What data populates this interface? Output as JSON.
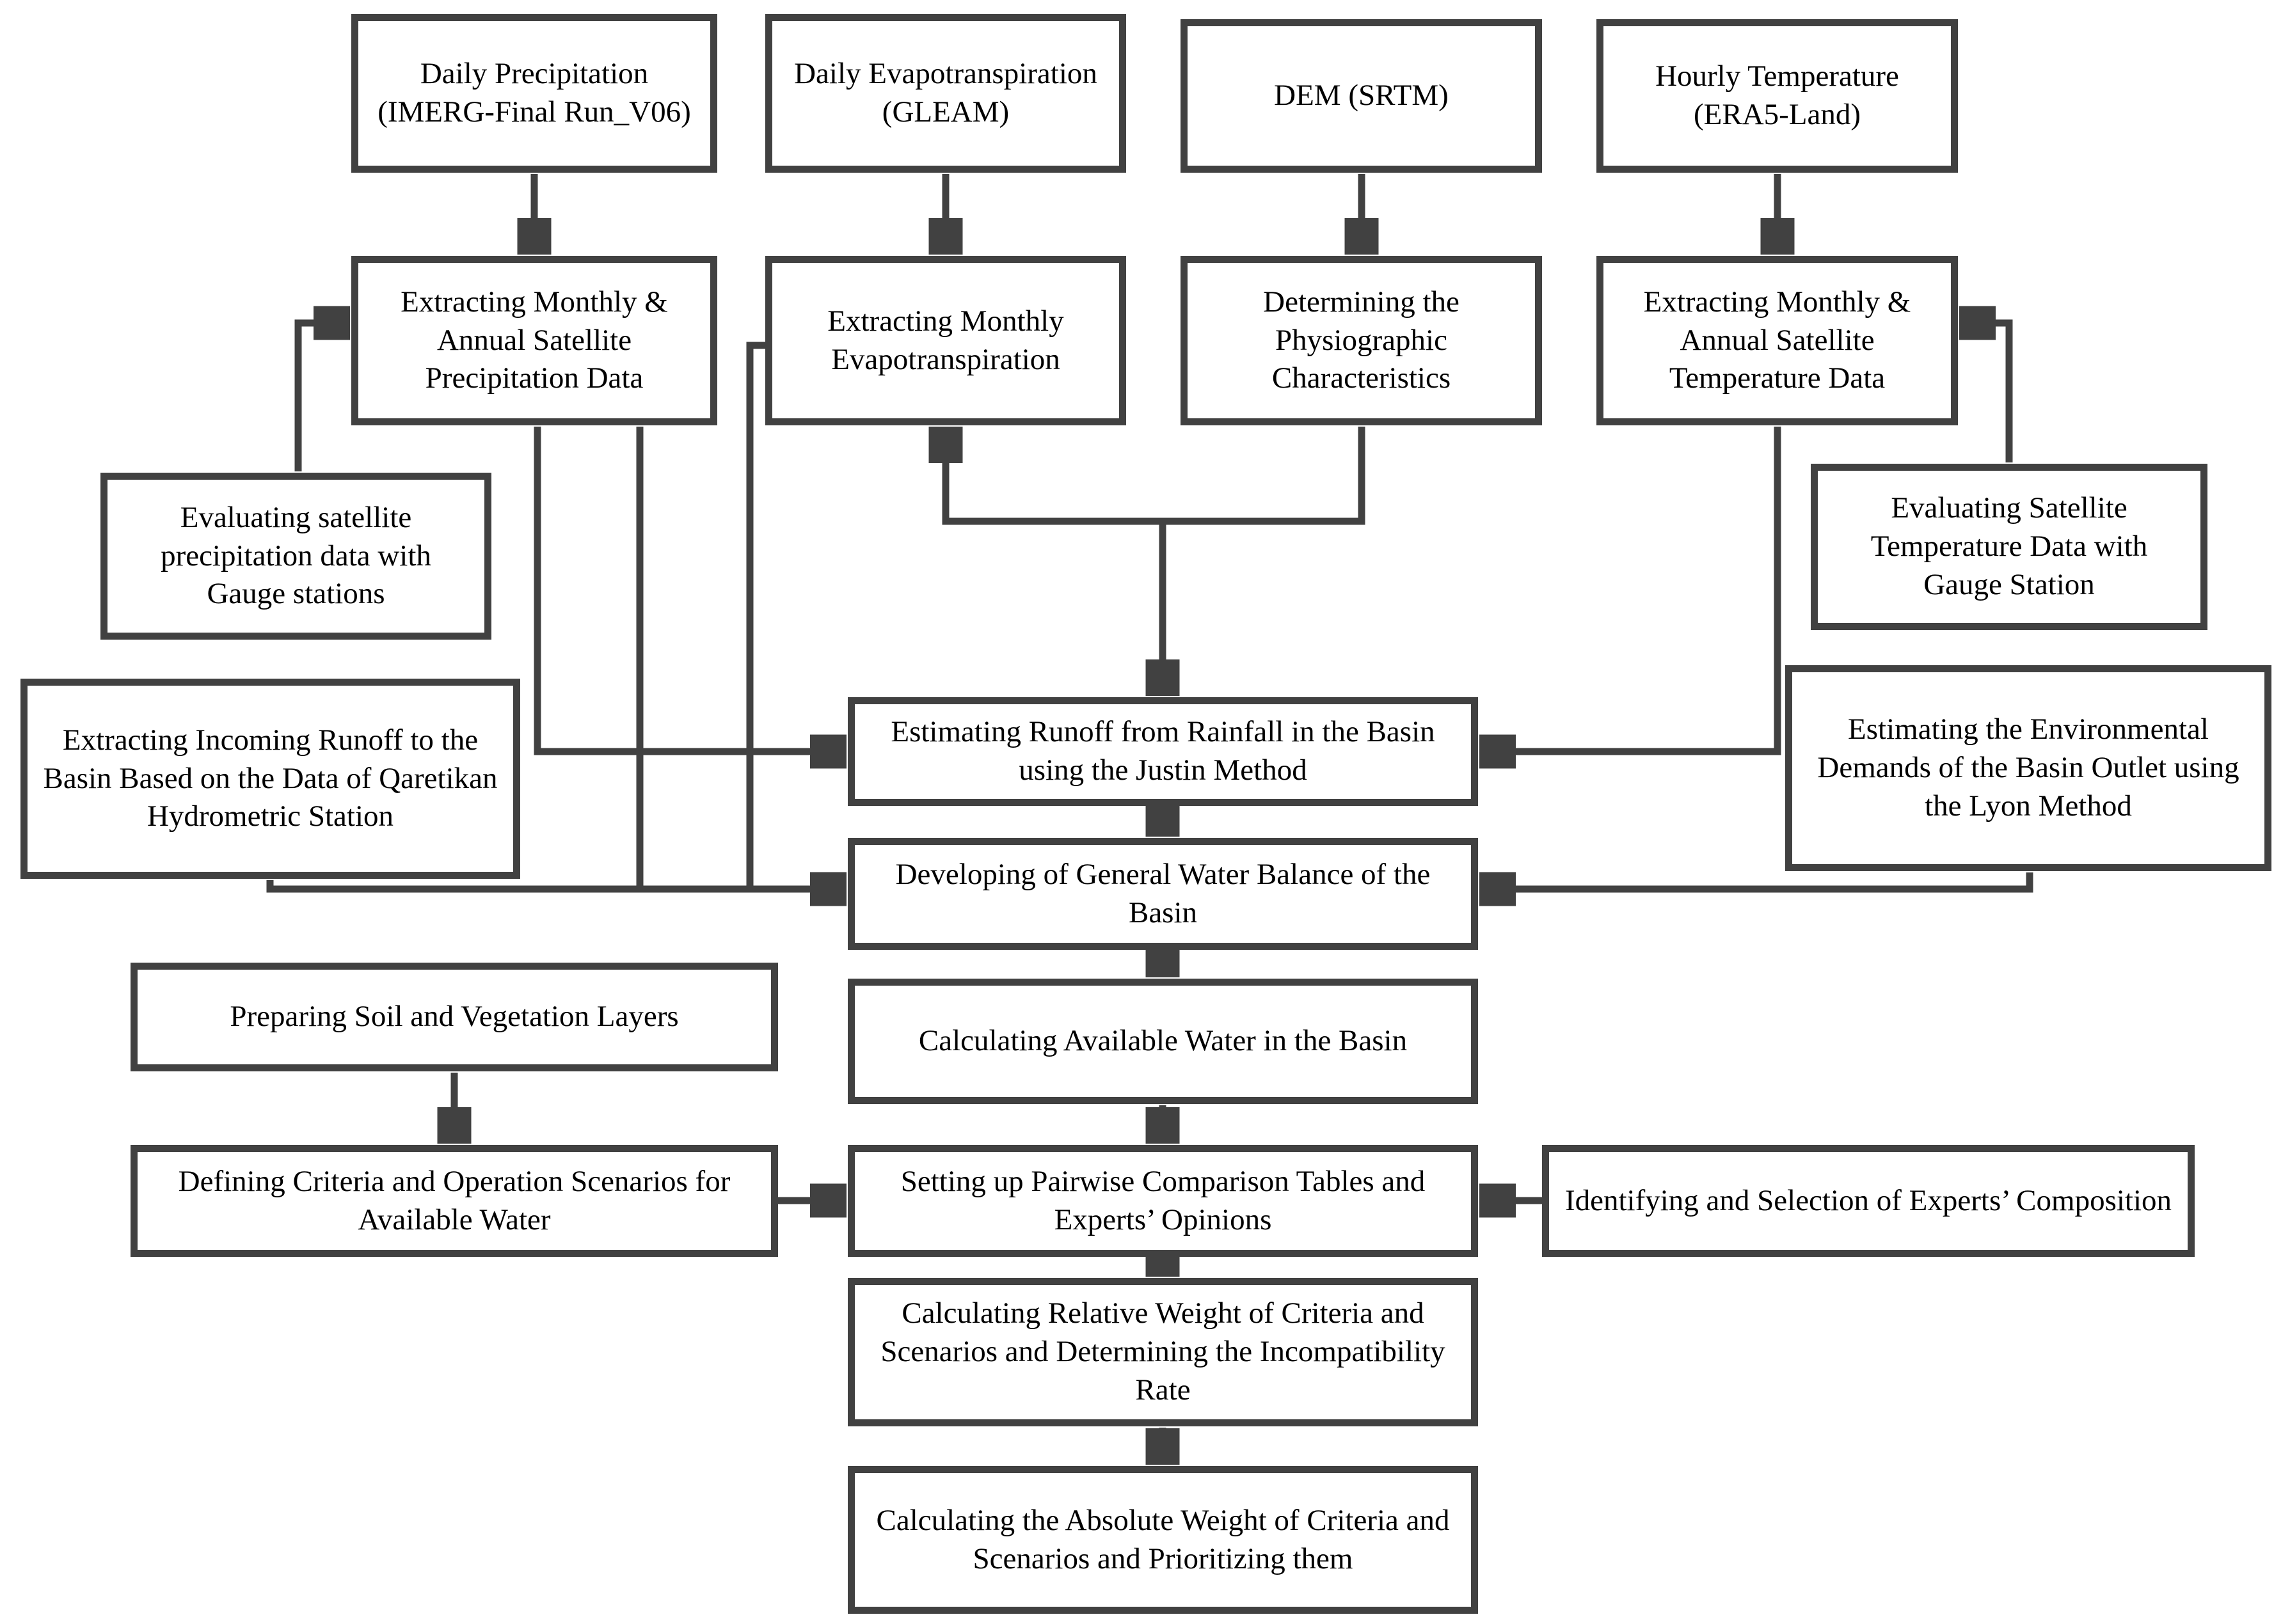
{
  "diagram_title": "Research methodology flowchart",
  "colors": {
    "line": "#414141",
    "text": "#000000",
    "background": "#ffffff"
  },
  "nodes": {
    "a1": {
      "label": "Daily Precipitation (IMERG-Final Run_V06)"
    },
    "a2": {
      "label": "Daily Evapotranspiration (GLEAM)"
    },
    "a3": {
      "label": "DEM (SRTM)"
    },
    "a4": {
      "label": "Hourly Temperature (ERA5-Land)"
    },
    "b1": {
      "label": "Extracting Monthly & Annual Satellite Precipitation Data"
    },
    "b2": {
      "label": "Extracting Monthly Evapotranspiration"
    },
    "b3": {
      "label": "Determining the Physiographic Characteristics"
    },
    "b4": {
      "label": "Extracting Monthly & Annual Satellite Temperature Data"
    },
    "c1": {
      "label": "Evaluating satellite precipitation data with Gauge stations"
    },
    "c2": {
      "label": "Extracting Incoming Runoff to the Basin Based on the Data of Qaretikan Hydrometric Station"
    },
    "d1": {
      "label": "Evaluating Satellite Temperature Data with Gauge Station"
    },
    "d2": {
      "label": "Estimating the Environmental Demands of the Basin Outlet using the Lyon Method"
    },
    "e1": {
      "label": "Estimating Runoff from Rainfall in the Basin using the Justin Method"
    },
    "e2": {
      "label": "Developing of General Water Balance of the Basin"
    },
    "e3": {
      "label": "Calculating Available Water in the Basin"
    },
    "e4": {
      "label": "Setting up Pairwise Comparison Tables and Experts’ Opinions"
    },
    "e5": {
      "label": "Calculating Relative Weight of Criteria and Scenarios and Determining the Incompatibility Rate"
    },
    "e6": {
      "label": "Calculating the Absolute Weight of Criteria and Scenarios and Prioritizing them"
    },
    "f1": {
      "label": "Preparing Soil and Vegetation Layers"
    },
    "f2": {
      "label": "Defining Criteria and Operation Scenarios for Available Water"
    },
    "g1": {
      "label": "Identifying and Selection of Experts’ Composition"
    }
  },
  "edges": [
    {
      "from": "a1",
      "to": "b1"
    },
    {
      "from": "a2",
      "to": "b2"
    },
    {
      "from": "a3",
      "to": "b3"
    },
    {
      "from": "a4",
      "to": "b4"
    },
    {
      "from": "c1",
      "to": "b1"
    },
    {
      "from": "d1",
      "to": "b4"
    },
    {
      "from": "b3",
      "to": "b2"
    },
    {
      "from": "b3",
      "to": "e1"
    },
    {
      "from": "b1",
      "to": "e1"
    },
    {
      "from": "b1",
      "to": "e2"
    },
    {
      "from": "b2",
      "to": "e2"
    },
    {
      "from": "c2",
      "to": "e2"
    },
    {
      "from": "b4",
      "to": "e1"
    },
    {
      "from": "d2",
      "to": "e2"
    },
    {
      "from": "e1",
      "to": "e2"
    },
    {
      "from": "e2",
      "to": "e3"
    },
    {
      "from": "e3",
      "to": "e4"
    },
    {
      "from": "e4",
      "to": "e5"
    },
    {
      "from": "e5",
      "to": "e6"
    },
    {
      "from": "f1",
      "to": "f2"
    },
    {
      "from": "f2",
      "to": "e4"
    },
    {
      "from": "g1",
      "to": "e4"
    }
  ]
}
